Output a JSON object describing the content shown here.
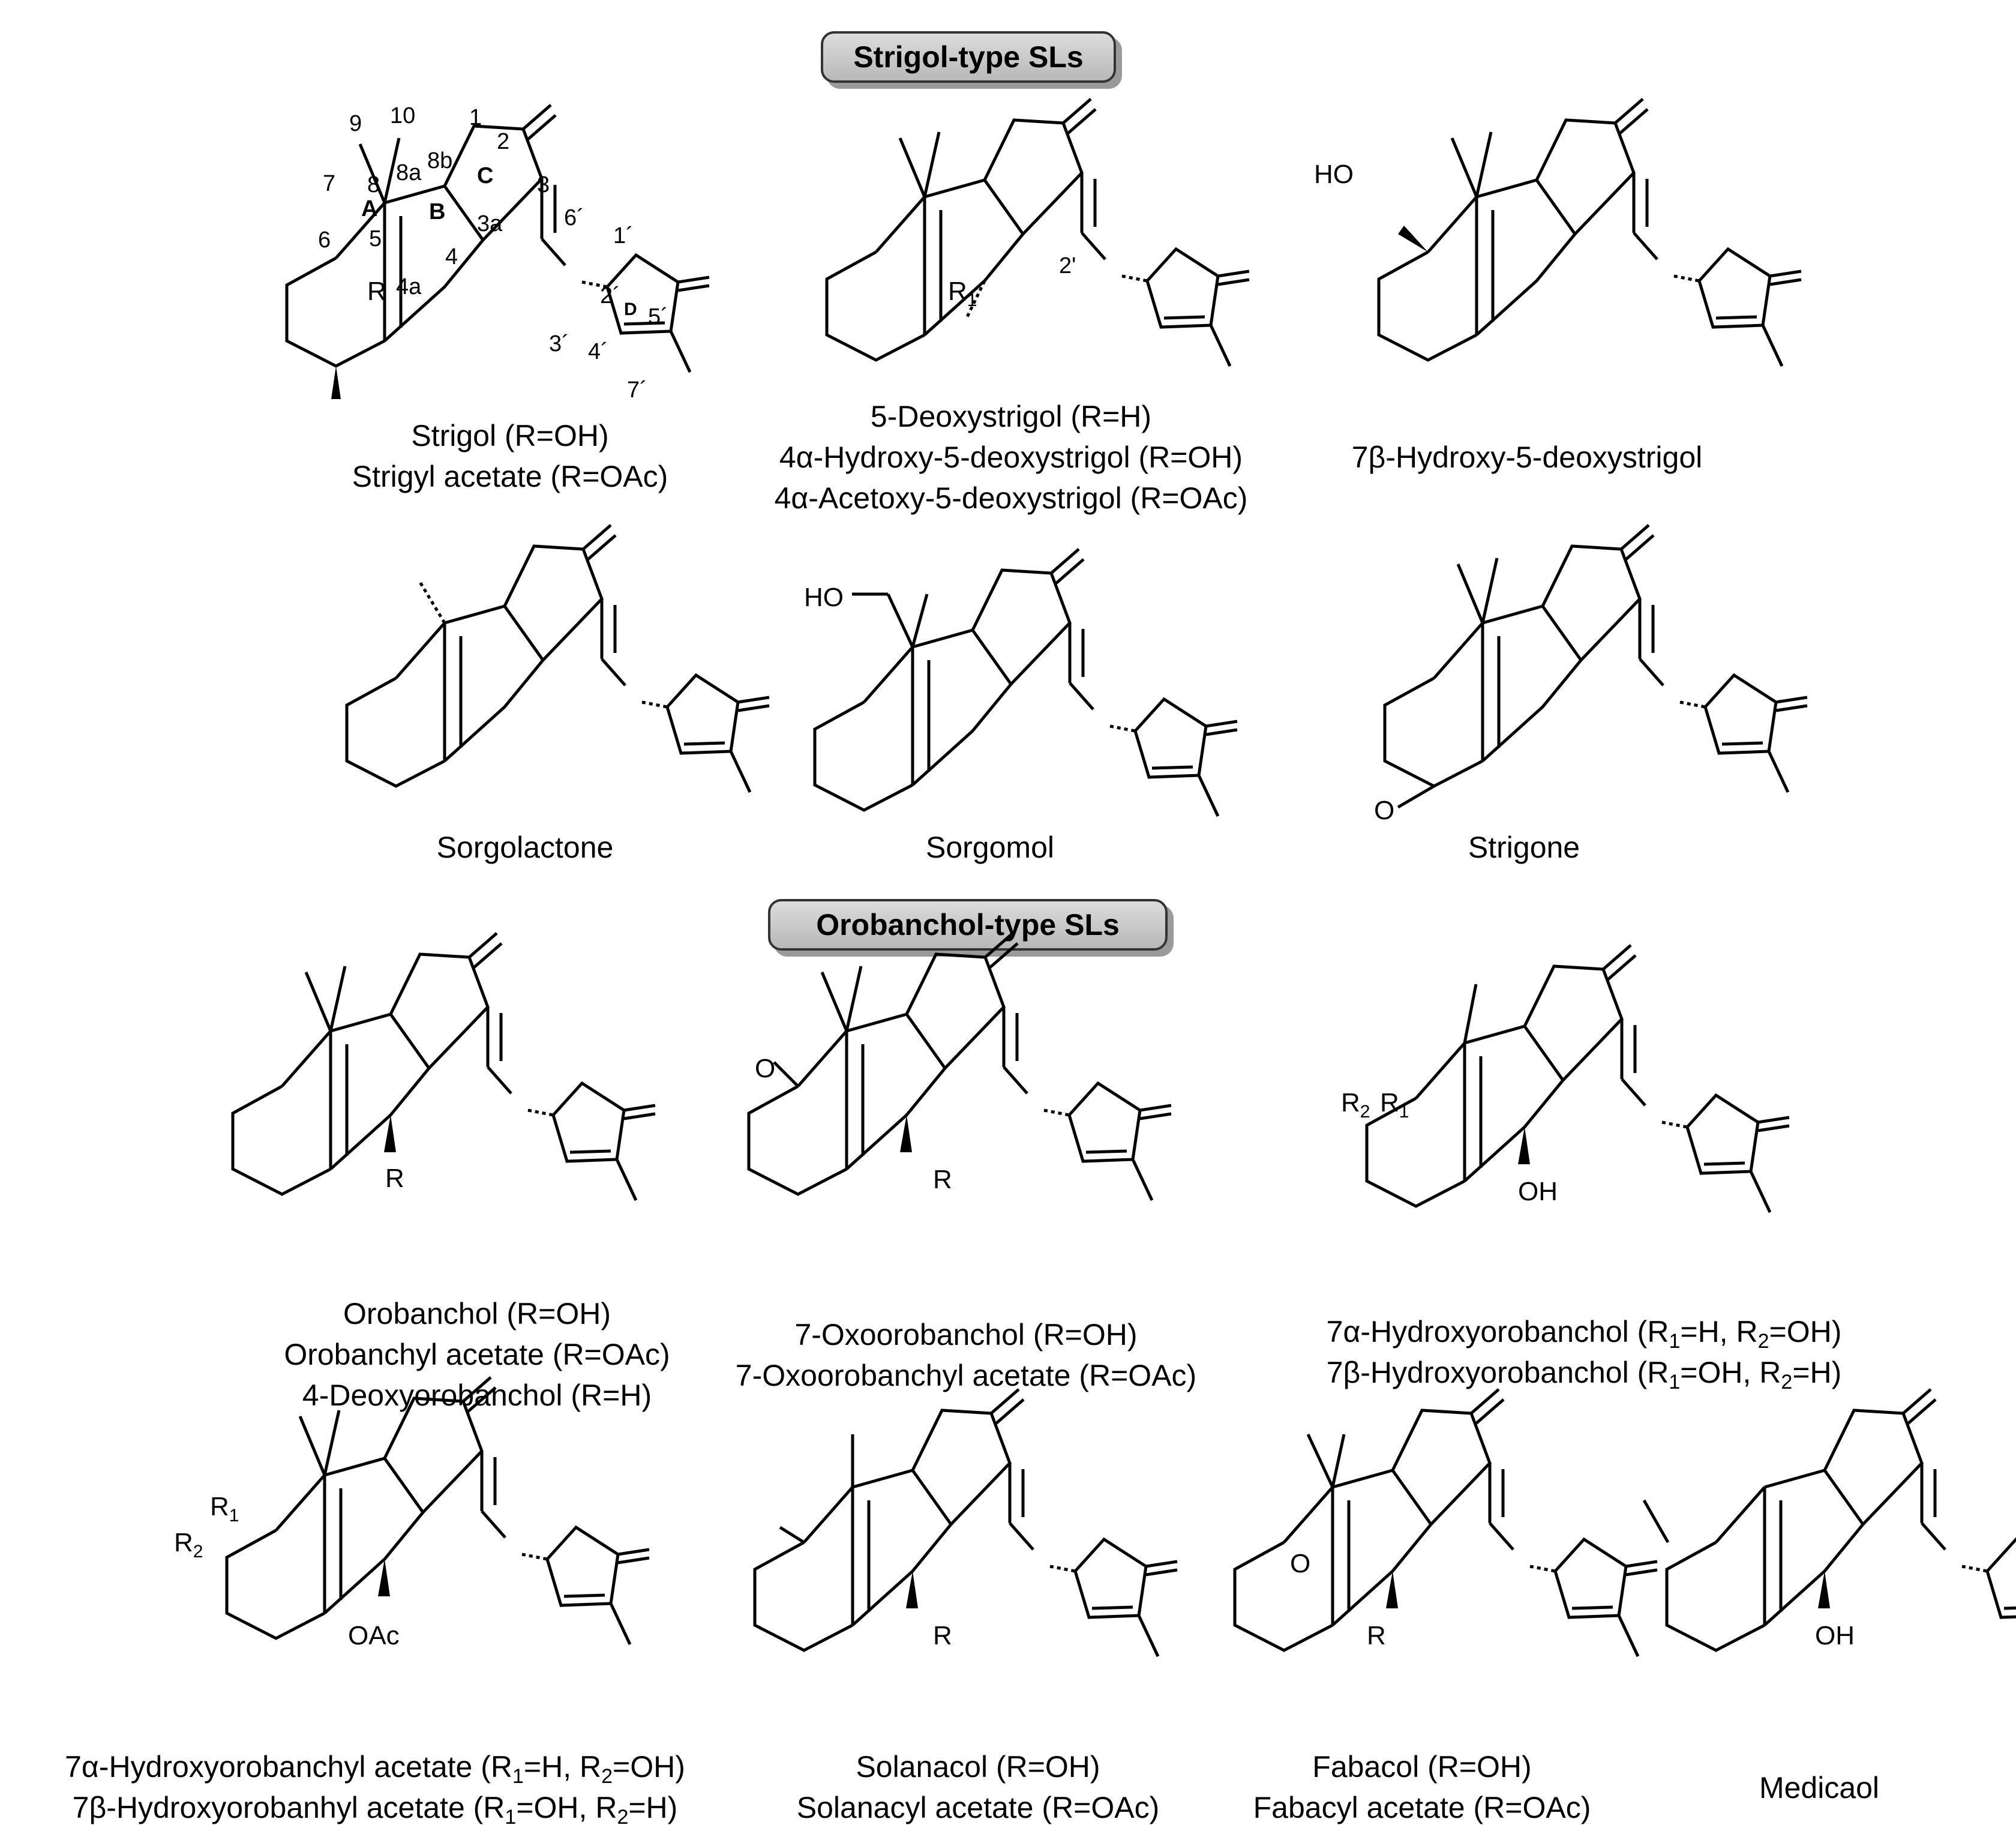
{
  "sections": {
    "strigol_type": "Strigol-type SLs",
    "orobanchol_type": "Orobanchol-type SLs"
  },
  "strigol_labels": {
    "n1": "1",
    "n2": "2",
    "n3": "3",
    "n3a": "3a",
    "n4": "4",
    "n4a": "4a",
    "n5": "5",
    "n6": "6",
    "n7": "7",
    "n8": "8",
    "n8a": "8a",
    "n8b": "8b",
    "n9": "9",
    "n10": "10",
    "n1p": "1´",
    "n2p": "2´",
    "n3p": "3´",
    "n4p": "4´",
    "n5p": "5´",
    "n6p": "6´",
    "n7p": "7´",
    "ringA": "A",
    "ringB": "B",
    "ringC": "C",
    "ringD": "D"
  },
  "atoms": {
    "O": "O",
    "HO": "HO",
    "OH": "OH",
    "OAc": "OAc",
    "R": "R",
    "R1": "R",
    "R2": "R",
    "two_prime": "2'"
  },
  "compounds": [
    {
      "names": [
        "Strigol (R=OH)",
        "Strigyl acetate (R=OAc)"
      ]
    },
    {
      "names": [
        "5-Deoxystrigol (R=H)",
        "4α-Hydroxy-5-deoxystrigol (R=OH)",
        "4α-Acetoxy-5-deoxystrigol (R=OAc)"
      ]
    },
    {
      "names": [
        "7β-Hydroxy-5-deoxystrigol"
      ]
    },
    {
      "names": [
        "Sorgolactone"
      ]
    },
    {
      "names": [
        "Sorgomol"
      ]
    },
    {
      "names": [
        "Strigone"
      ]
    },
    {
      "names": [
        "Orobanchol (R=OH)",
        "Orobanchyl acetate (R=OAc)",
        "4-Deoxyorobanchol (R=H)"
      ]
    },
    {
      "names": [
        "7-Oxoorobanchol (R=OH)",
        "7-Oxoorobanchyl acetate (R=OAc)"
      ]
    },
    {
      "names": [
        "7α-Hydroxyorobanchol (R1=H, R2=OH)",
        "7β-Hydroxyorobanchol (R1=OH, R2=H)"
      ]
    },
    {
      "names": [
        "7α-Hydroxyorobanchyl acetate (R1=H, R2=OH)",
        "7β-Hydroxyorobanhyl acetate (R1=OH, R2=H)"
      ]
    },
    {
      "names": [
        "Solanacol (R=OH)",
        "Solanacyl acetate (R=OAc)"
      ]
    },
    {
      "names": [
        "Fabacol (R=OH)",
        "Fabacyl acetate (R=OAc)"
      ]
    },
    {
      "names": [
        "Medicaol"
      ]
    }
  ]
}
